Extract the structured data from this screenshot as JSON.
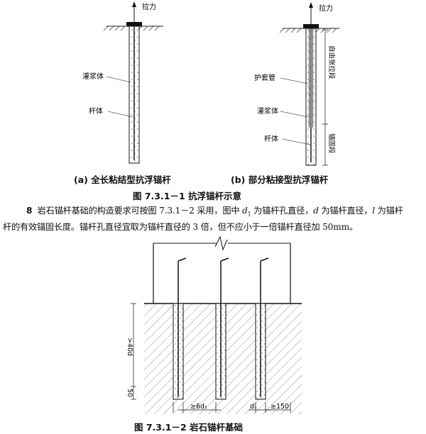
{
  "figure1": {
    "pull_force_label": "拉力",
    "grout_label": "灌浆体",
    "rod_label": "杆体",
    "sheath_label": "护套管",
    "free_section_label": "自由张拉段",
    "anchor_section_label": "锚固段",
    "caption_a": "(a) 全长粘结型抗浮锚杆",
    "caption_b": "(b) 部分粘接型抗浮锚杆",
    "title": "图 7.3.1－1   抗浮锚杆示意"
  },
  "paragraph": {
    "number": "8",
    "text_1": "岩石锚杆基础的构造要求可按图 7.3.1－2 采用，图中 ",
    "d1": "d",
    "d1_sub": "1",
    "text_2": " 为锚杆孔直径，",
    "d": "d",
    "text_3": " 为锚杆直径，",
    "l": "l",
    "text_4": " 为锚杆",
    "line2": "杆的有效锚固长度。锚杆孔直径宜取为锚杆直径的 3 倍，但不应小于一倍锚杆直径加 50mm。"
  },
  "figure2": {
    "length_label": ">40d",
    "bottom_label": "50",
    "spacing_label": "≥6d₁",
    "hole_label": "d₁",
    "edge_label": "≥150",
    "title": "图 7.3.1－2   岩石锚杆基础"
  }
}
